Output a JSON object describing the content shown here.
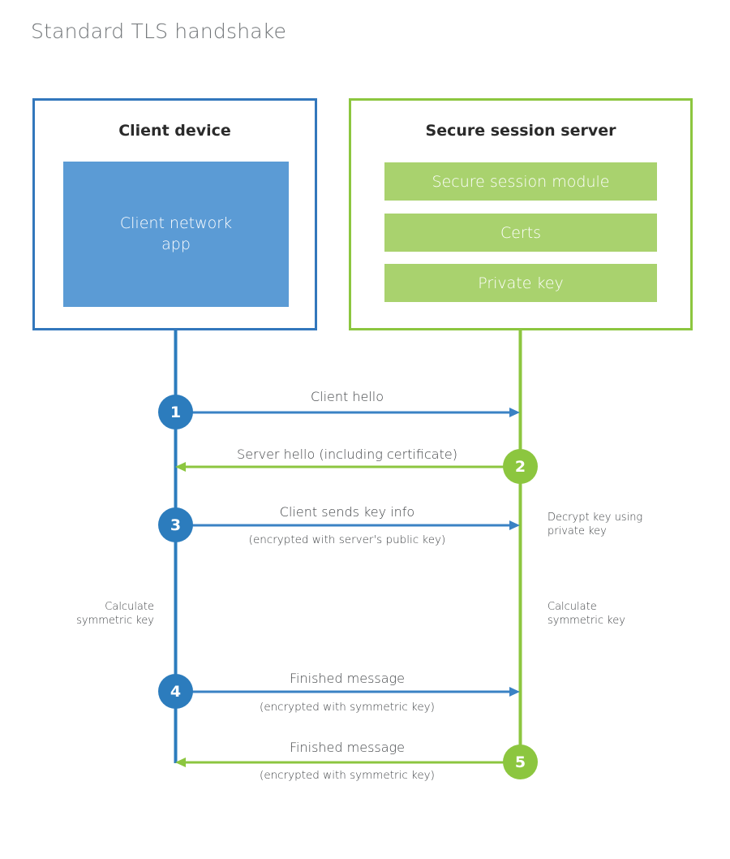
{
  "title": "Standard TLS handshake",
  "colors": {
    "client_border": "#3277bc",
    "client_block": "#5b9bd5",
    "server_border": "#8cc63f",
    "server_block": "#a9d26e",
    "client_line": "#2c7cbd",
    "server_line": "#8cc63f",
    "text": "#404346",
    "title_text": "#6f7376"
  },
  "client_panel": {
    "title": "Client device",
    "block_label": "Client network\napp"
  },
  "server_panel": {
    "title": "Secure session server",
    "blocks": [
      {
        "label": "Secure session module"
      },
      {
        "label": "Certs"
      },
      {
        "label": "Private key"
      }
    ]
  },
  "flow": {
    "steps": [
      {
        "number": "1",
        "side": "client",
        "direction": "right",
        "label": "Client hello",
        "sublabel": ""
      },
      {
        "number": "2",
        "side": "server",
        "direction": "left",
        "label": "Server hello (including certificate)",
        "sublabel": ""
      },
      {
        "number": "3",
        "side": "client",
        "direction": "right",
        "label": "Client sends key info",
        "sublabel": "(encrypted with server's public key)"
      },
      {
        "number": "4",
        "side": "client",
        "direction": "right",
        "label": "Finished message",
        "sublabel": "(encrypted with symmetric key)"
      },
      {
        "number": "5",
        "side": "server",
        "direction": "left",
        "label": "Finished message",
        "sublabel": "(encrypted with symmetric key)"
      }
    ],
    "notes": [
      {
        "id": "decrypt-key",
        "line1": "Decrypt key using",
        "line2": "private key"
      },
      {
        "id": "client-calculate",
        "line1": "Calculate",
        "line2": "symmetric key"
      },
      {
        "id": "server-calculate",
        "line1": "Calculate",
        "line2": "symmetric key"
      }
    ]
  }
}
